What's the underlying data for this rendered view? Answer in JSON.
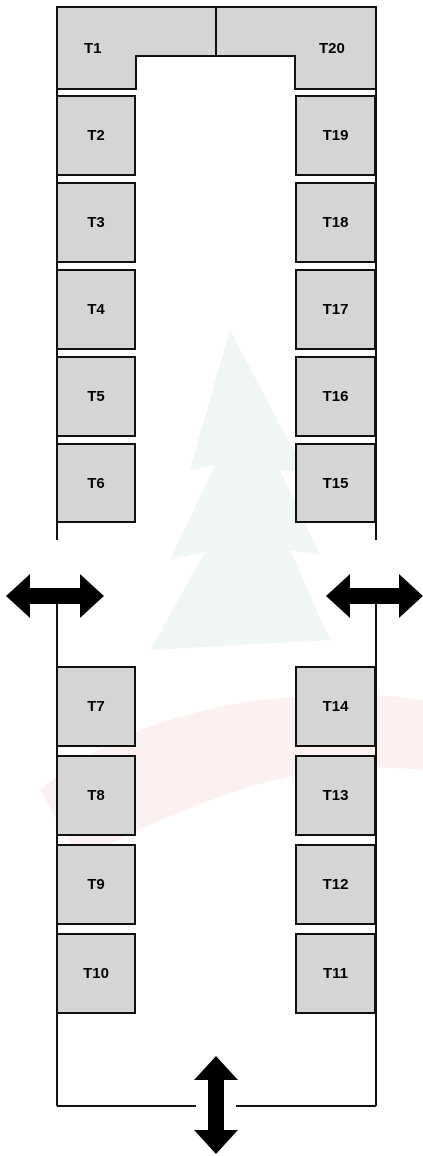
{
  "tables": {
    "t1": "T1",
    "t2": "T2",
    "t3": "T3",
    "t4": "T4",
    "t5": "T5",
    "t6": "T6",
    "t7": "T7",
    "t8": "T8",
    "t9": "T9",
    "t10": "T10",
    "t11": "T11",
    "t12": "T12",
    "t13": "T13",
    "t14": "T14",
    "t15": "T15",
    "t16": "T16",
    "t17": "T17",
    "t18": "T18",
    "t19": "T19",
    "t20": "T20"
  },
  "colors": {
    "table_fill": "#d6d5d5",
    "outline": "#111111",
    "watermark": "#e85a4f"
  },
  "icons": {
    "left_exit": "double-arrow-horizontal",
    "right_exit": "double-arrow-horizontal",
    "bottom_exit": "double-arrow-vertical"
  }
}
